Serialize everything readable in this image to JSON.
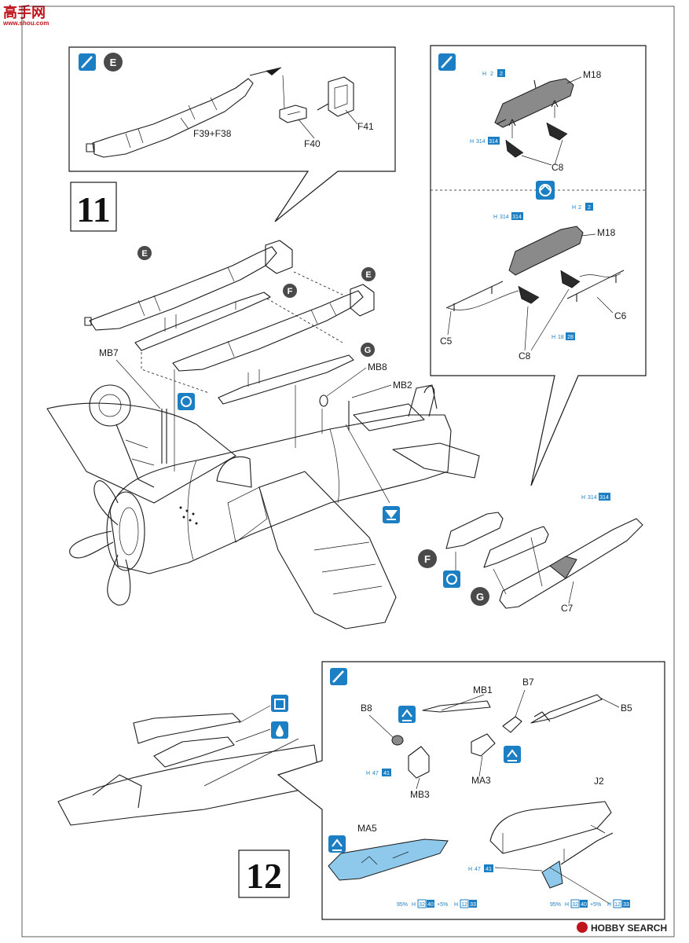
{
  "watermark_top": {
    "title": "高手网",
    "url": "www.shou.com"
  },
  "watermark_bottom": {
    "text": "HOBBY SEARCH"
  },
  "steps": {
    "step11": "11",
    "step12": "12"
  },
  "letters": {
    "E": "E",
    "F": "F",
    "G": "G"
  },
  "parts": {
    "f39f38": "F39+F38",
    "f40": "F40",
    "f41": "F41",
    "m18a": "M18",
    "c8a": "C8",
    "m18b": "M18",
    "c5": "C5",
    "c6": "C6",
    "c8b": "C8",
    "mb7": "MB7",
    "mb8": "MB8",
    "mb2": "MB2",
    "c7": "C7",
    "mb1": "MB1",
    "b7": "B7",
    "b8": "B8",
    "b5": "B5",
    "ma3": "MA3",
    "mb3": "MB3",
    "j2": "J2",
    "ma5": "MA5"
  },
  "paint": {
    "h": "H",
    "c2": "2",
    "c314": "314",
    "c18": "18",
    "c28": "28",
    "c47": "47",
    "c41": "41",
    "c32": "32",
    "c40": "40",
    "c12": "12",
    "c33": "33",
    "p95": "95%",
    "p5": "+5%"
  }
}
